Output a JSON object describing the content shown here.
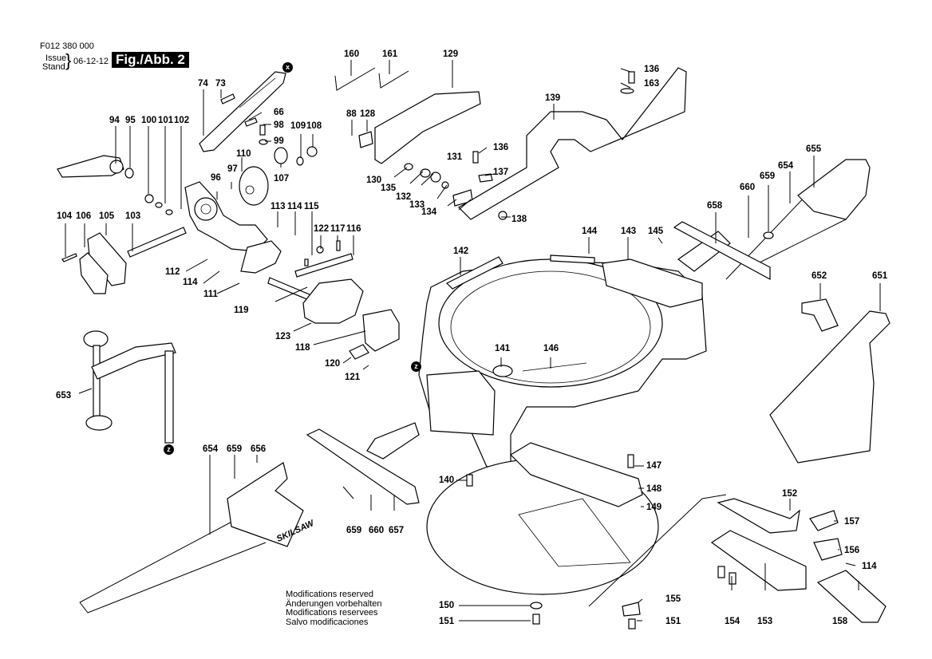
{
  "header": {
    "part_number": "F012 380 000",
    "issue_label": "Issue",
    "stand_label": "Stand",
    "issue_date": "06-12-12",
    "figure_title": "Fig./Abb. 2"
  },
  "footer_notes": [
    "Modifications reserved",
    "Änderungen vorbehalten",
    "Modifications reservees",
    "Salvo modificaciones"
  ],
  "markers": {
    "x": "x",
    "z": "z"
  },
  "brand_text": "SKILSAW",
  "labels": {
    "l74": "74",
    "l73": "73",
    "l66": "66",
    "l98": "98",
    "l99": "99",
    "l94": "94",
    "l95": "95",
    "l100": "100",
    "l101": "101",
    "l102": "102",
    "l109": "109",
    "l108": "108",
    "l110": "110",
    "l97": "97",
    "l96": "96",
    "l107": "107",
    "l104": "104",
    "l106": "106",
    "l105": "105",
    "l103": "103",
    "l113": "113",
    "l114a": "114",
    "l115": "115",
    "l122": "122",
    "l117": "117",
    "l116": "116",
    "l112": "112",
    "l114b": "114",
    "l111": "111",
    "l119": "119",
    "l123": "123",
    "l118": "118",
    "l120": "120",
    "l121": "121",
    "l160": "160",
    "l161": "161",
    "l129": "129",
    "l88": "88",
    "l128": "128",
    "l136a": "136",
    "l163": "163",
    "l139": "139",
    "l136b": "136",
    "l131": "131",
    "l130": "130",
    "l135": "135",
    "l132": "132",
    "l133": "133",
    "l134": "134",
    "l137": "137",
    "l138": "138",
    "l655": "655",
    "l654a": "654",
    "l659a": "659",
    "l660a": "660",
    "l658": "658",
    "l145": "145",
    "l144": "144",
    "l143": "143",
    "l142": "142",
    "l141": "141",
    "l146": "146",
    "l652": "652",
    "l651": "651",
    "l653": "653",
    "l654b": "654",
    "l659b": "659",
    "l656": "656",
    "l659c": "659",
    "l660b": "660",
    "l657": "657",
    "l140": "140",
    "l147": "147",
    "l148": "148",
    "l149": "149",
    "l150": "150",
    "l151a": "151",
    "l155": "155",
    "l151b": "151",
    "l152": "152",
    "l157": "157",
    "l156": "156",
    "l114c": "114",
    "l154": "154",
    "l153": "153",
    "l158": "158"
  }
}
